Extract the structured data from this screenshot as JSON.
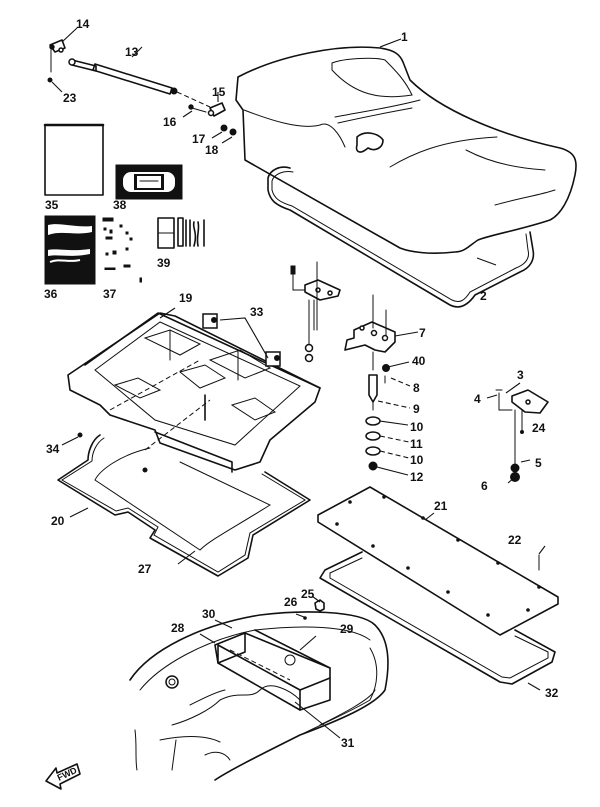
{
  "diagram": {
    "title": "Exploded parts diagram - seat and storage compartment",
    "direction_indicator": "FWD",
    "callouts": [
      {
        "id": "c1",
        "label": "1",
        "part": "seat"
      },
      {
        "id": "c2",
        "label": "2",
        "part": "seat-seal"
      },
      {
        "id": "c3",
        "label": "3",
        "part": "hinge-bracket-right"
      },
      {
        "id": "c4",
        "label": "4",
        "part": "bolt"
      },
      {
        "id": "c5",
        "label": "5",
        "part": "washer"
      },
      {
        "id": "c6",
        "label": "6",
        "part": "nut"
      },
      {
        "id": "c7",
        "label": "7",
        "part": "seat-latch-bracket"
      },
      {
        "id": "c8",
        "label": "8",
        "part": "screw"
      },
      {
        "id": "c9",
        "label": "9",
        "part": "latch-pin"
      },
      {
        "id": "c10a",
        "label": "10",
        "part": "washer"
      },
      {
        "id": "c11",
        "label": "11",
        "part": "damper"
      },
      {
        "id": "c10b",
        "label": "10",
        "part": "washer"
      },
      {
        "id": "c12",
        "label": "12",
        "part": "nut"
      },
      {
        "id": "c13",
        "label": "13",
        "part": "gas-spring"
      },
      {
        "id": "c14",
        "label": "14",
        "part": "bracket"
      },
      {
        "id": "c15",
        "label": "15",
        "part": "bracket"
      },
      {
        "id": "c16",
        "label": "16",
        "part": "bolt"
      },
      {
        "id": "c17",
        "label": "17",
        "part": "washer"
      },
      {
        "id": "c18",
        "label": "18",
        "part": "nut"
      },
      {
        "id": "c19",
        "label": "19",
        "part": "storage-box"
      },
      {
        "id": "c20",
        "label": "20",
        "part": "box-seal"
      },
      {
        "id": "c21",
        "label": "21",
        "part": "cover-plate"
      },
      {
        "id": "c22",
        "label": "22",
        "part": "screw"
      },
      {
        "id": "c23",
        "label": "23",
        "part": "screw"
      },
      {
        "id": "c24",
        "label": "24",
        "part": "screw"
      },
      {
        "id": "c25",
        "label": "25",
        "part": "cap"
      },
      {
        "id": "c26",
        "label": "26",
        "part": "pin"
      },
      {
        "id": "c27",
        "label": "27",
        "part": "mat"
      },
      {
        "id": "c28",
        "label": "28",
        "part": "partition"
      },
      {
        "id": "c29",
        "label": "29",
        "part": "partition"
      },
      {
        "id": "c30",
        "label": "30",
        "part": "partition"
      },
      {
        "id": "c31",
        "label": "31",
        "part": "partition"
      },
      {
        "id": "c32",
        "label": "32",
        "part": "cover-gasket"
      },
      {
        "id": "c33",
        "label": "33",
        "part": "stopper"
      },
      {
        "id": "c34",
        "label": "34",
        "part": "screw"
      },
      {
        "id": "c35",
        "label": "35",
        "part": "owners-manual"
      },
      {
        "id": "c36",
        "label": "36",
        "part": "manual"
      },
      {
        "id": "c37",
        "label": "37",
        "part": "manual"
      },
      {
        "id": "c38",
        "label": "38",
        "part": "video-cassette"
      },
      {
        "id": "c39",
        "label": "39",
        "part": "tool-kit"
      },
      {
        "id": "c40",
        "label": "40",
        "part": "washer"
      }
    ]
  }
}
